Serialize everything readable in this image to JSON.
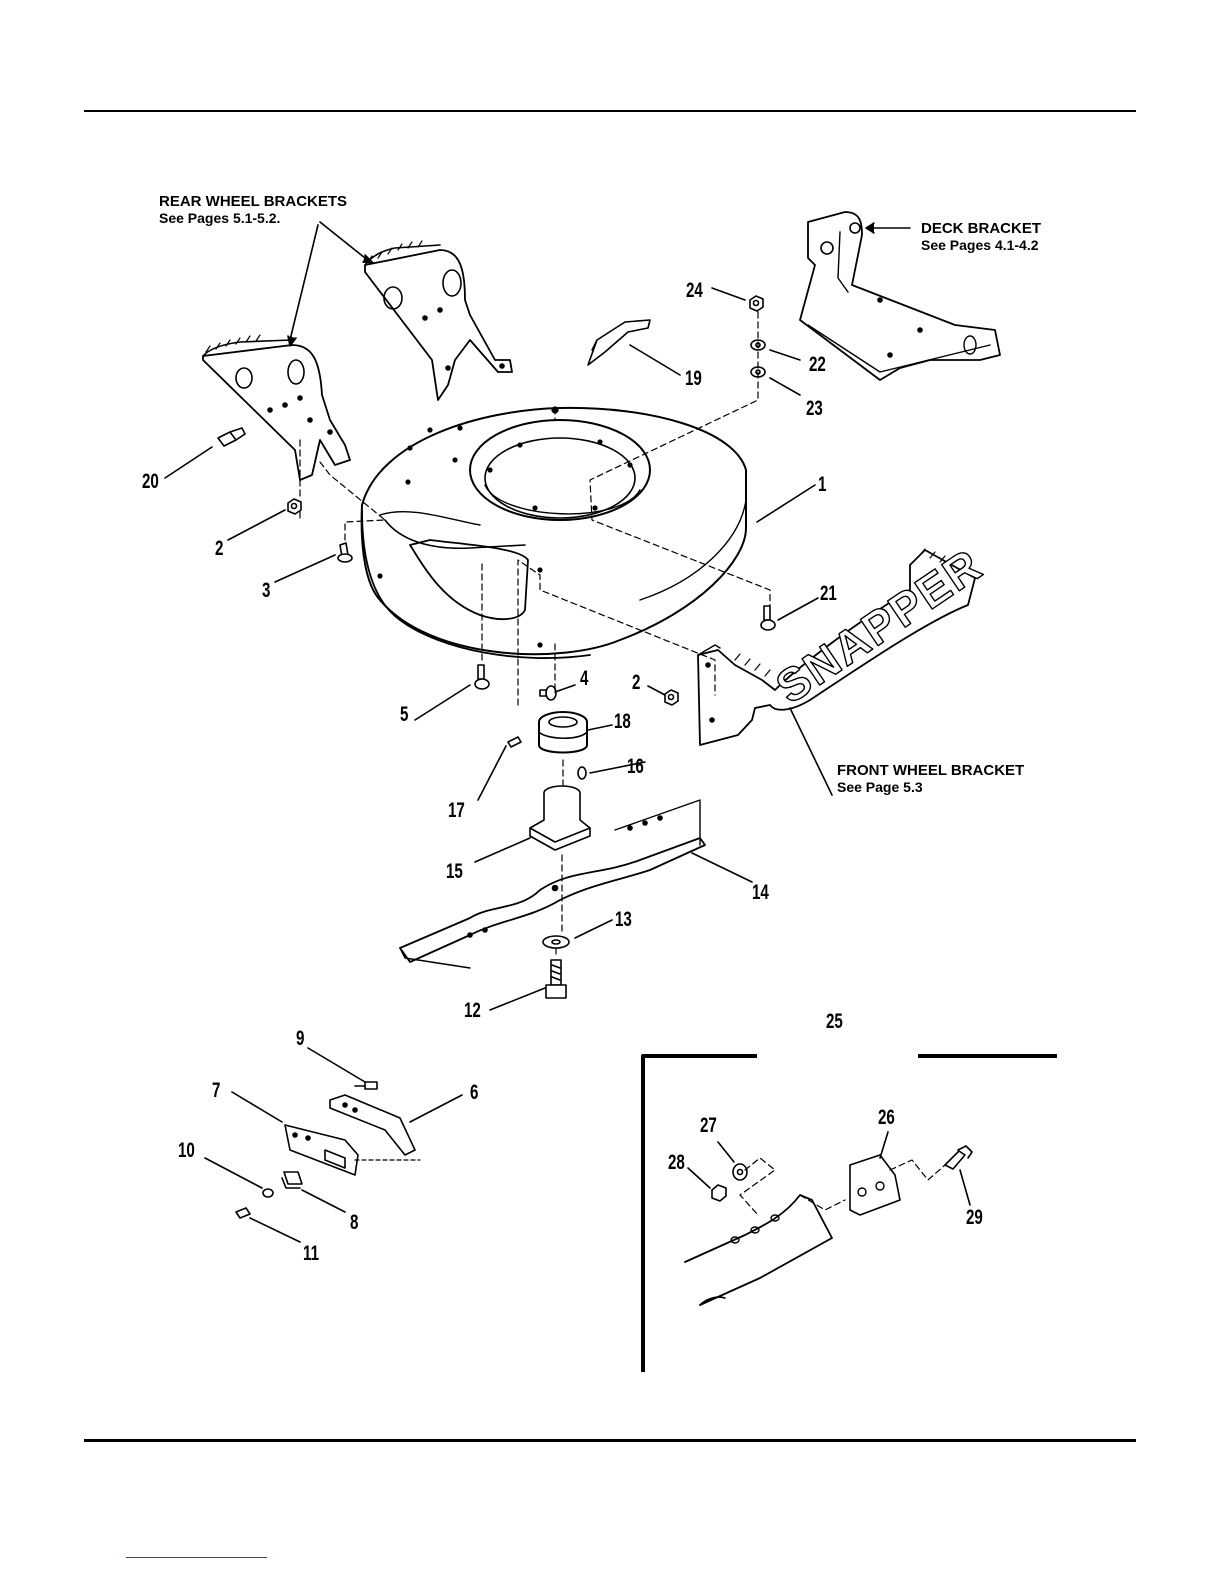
{
  "callouts": {
    "rear_wheel_brackets": {
      "title": "REAR WHEEL BRACKETS",
      "ref": "See Pages 5.1-5.2."
    },
    "deck_bracket": {
      "title": "DECK BRACKET",
      "ref": "See Pages 4.1-4.2"
    },
    "front_wheel_bracket": {
      "title": "FRONT WHEEL BRACKET",
      "ref": "See Page 5.3"
    }
  },
  "brand_text": "SNAPPER",
  "parts": [
    {
      "id": "p1",
      "label": "1"
    },
    {
      "id": "p2a",
      "label": "2"
    },
    {
      "id": "p2b",
      "label": "2"
    },
    {
      "id": "p3",
      "label": "3"
    },
    {
      "id": "p4",
      "label": "4"
    },
    {
      "id": "p5",
      "label": "5"
    },
    {
      "id": "p6",
      "label": "6"
    },
    {
      "id": "p7",
      "label": "7"
    },
    {
      "id": "p8",
      "label": "8"
    },
    {
      "id": "p9",
      "label": "9"
    },
    {
      "id": "p10",
      "label": "10"
    },
    {
      "id": "p11",
      "label": "11"
    },
    {
      "id": "p12",
      "label": "12"
    },
    {
      "id": "p13",
      "label": "13"
    },
    {
      "id": "p14",
      "label": "14"
    },
    {
      "id": "p15",
      "label": "15"
    },
    {
      "id": "p16",
      "label": "16"
    },
    {
      "id": "p17",
      "label": "17"
    },
    {
      "id": "p18",
      "label": "18"
    },
    {
      "id": "p19",
      "label": "19"
    },
    {
      "id": "p20",
      "label": "20"
    },
    {
      "id": "p21",
      "label": "21"
    },
    {
      "id": "p22",
      "label": "22"
    },
    {
      "id": "p23",
      "label": "23"
    },
    {
      "id": "p24",
      "label": "24"
    },
    {
      "id": "p25",
      "label": "25"
    },
    {
      "id": "p26",
      "label": "26"
    },
    {
      "id": "p27",
      "label": "27"
    },
    {
      "id": "p28",
      "label": "28"
    },
    {
      "id": "p29",
      "label": "29"
    }
  ]
}
